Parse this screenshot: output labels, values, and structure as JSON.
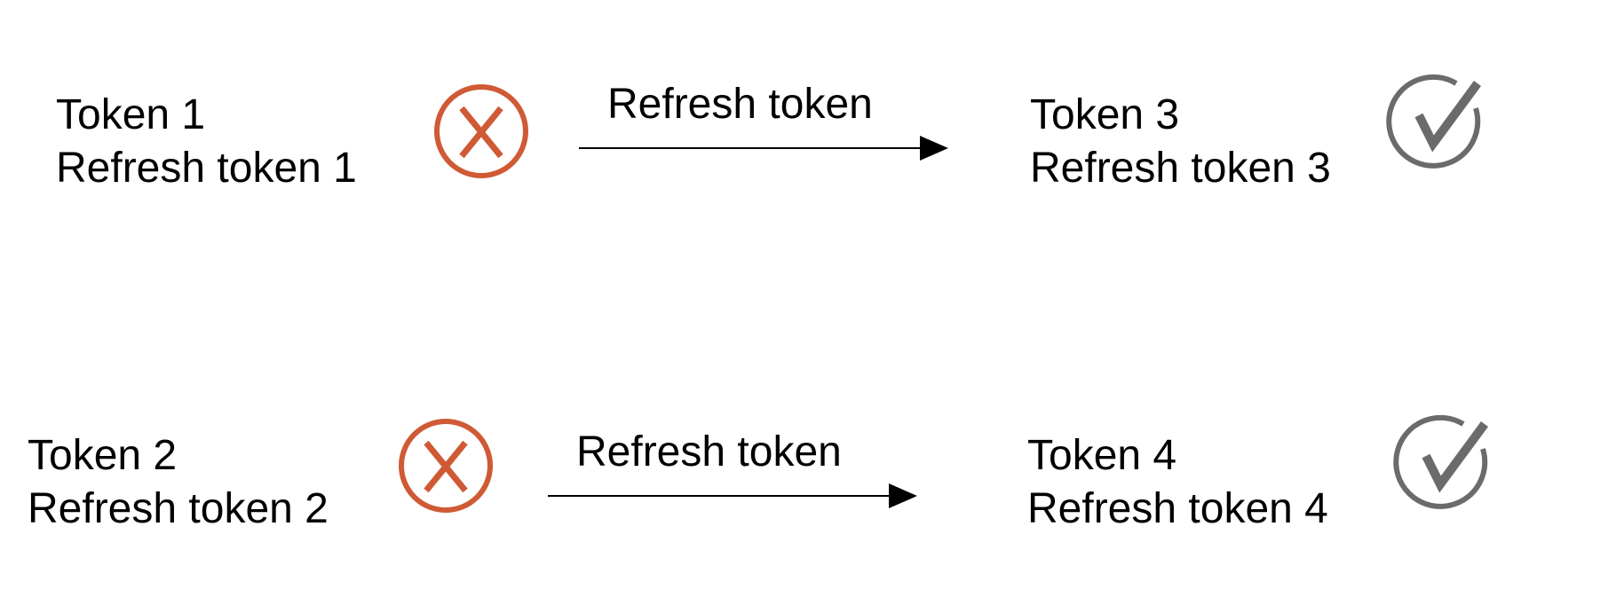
{
  "colors": {
    "invalid": "#cf5a35",
    "valid": "#6b6b6b",
    "arrow": "#000000"
  },
  "icons": {
    "invalid": "x-circle-icon",
    "valid": "check-circle-icon"
  },
  "rows": [
    {
      "old_token": {
        "token": "Token 1",
        "refresh": "Refresh token 1"
      },
      "action": "Refresh token",
      "new_token": {
        "token": "Token 3",
        "refresh": "Refresh token 3"
      }
    },
    {
      "old_token": {
        "token": "Token 2",
        "refresh": "Refresh token 2"
      },
      "action": "Refresh token",
      "new_token": {
        "token": "Token 4",
        "refresh": "Refresh token 4"
      }
    }
  ]
}
